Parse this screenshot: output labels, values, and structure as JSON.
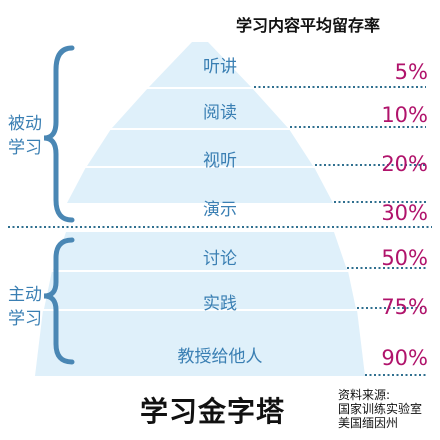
{
  "header": "学习内容平均留存率",
  "title": "学习金字塔",
  "source": [
    "资料来源:",
    "国家训练实验室",
    "美国缅因州"
  ],
  "groups": {
    "passive": [
      "被动",
      "学习"
    ],
    "active": [
      "主动",
      "学习"
    ]
  },
  "levels": [
    {
      "label": "听讲",
      "rate": "5%"
    },
    {
      "label": "阅读",
      "rate": "10%"
    },
    {
      "label": "视听",
      "rate": "20%"
    },
    {
      "label": "演示",
      "rate": "30%"
    },
    {
      "label": "讨论",
      "rate": "50%"
    },
    {
      "label": "实践",
      "rate": "75%"
    },
    {
      "label": "教授给他人",
      "rate": "90%"
    }
  ],
  "colors": {
    "pyramid": "#dff0fa",
    "dots": "#2f6f8f",
    "brace": "#4a87b4",
    "label": "#3a7fb3",
    "percent": "#b0136b"
  }
}
